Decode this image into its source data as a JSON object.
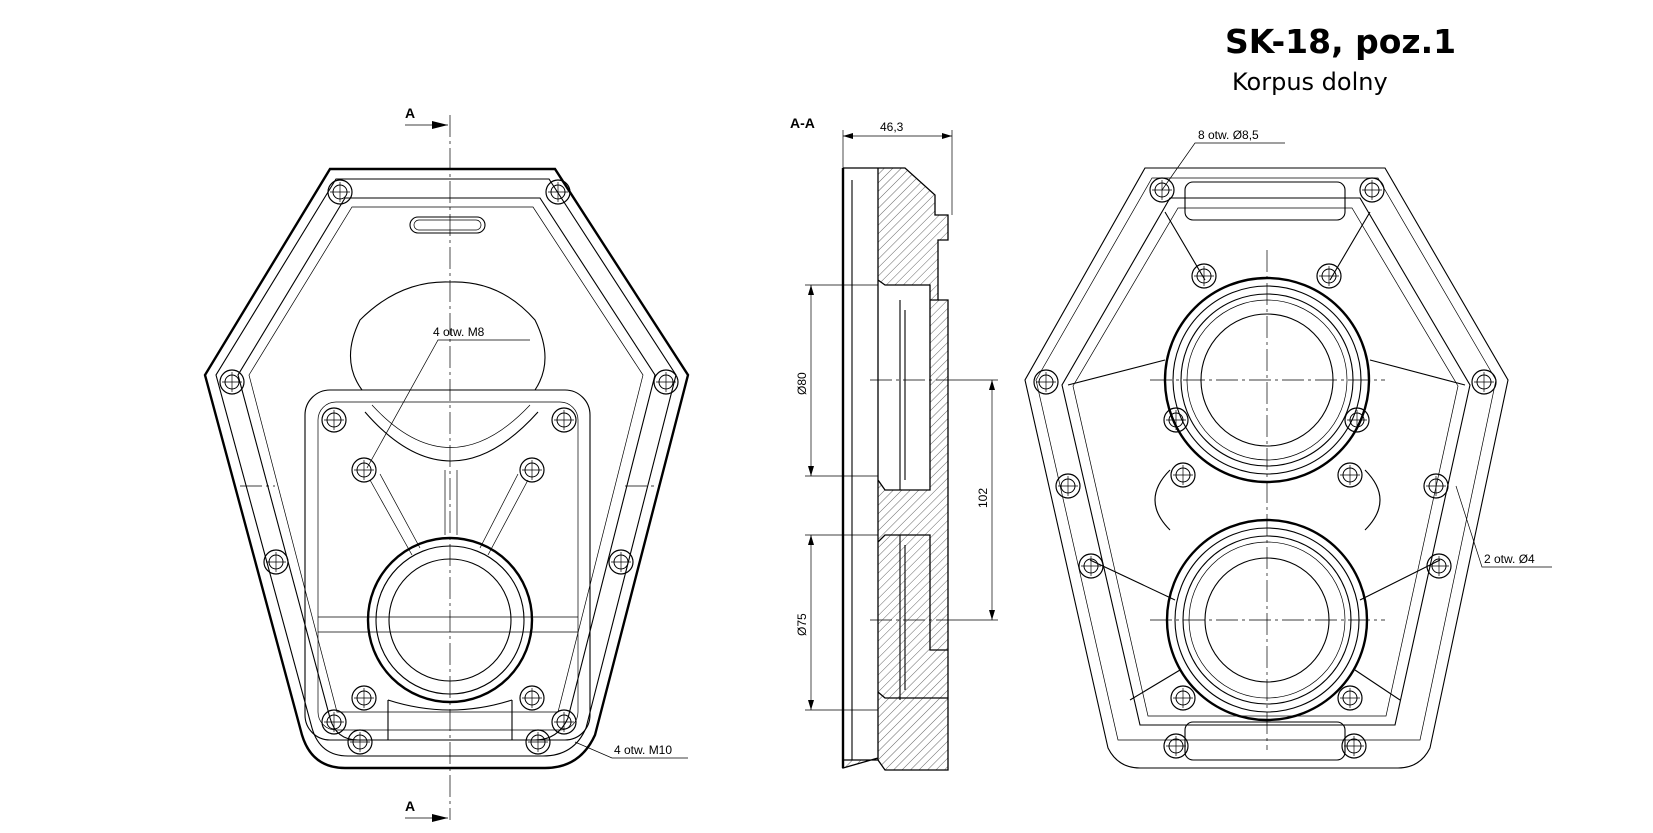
{
  "title": "SK-18, poz.1",
  "subtitle": "Korpus dolny",
  "section_marks": {
    "top": "A",
    "bottom": "A",
    "section_title": "A-A"
  },
  "annotations": {
    "m8_holes": "4 otw. M8",
    "m10_holes": "4 otw. M10",
    "d85_holes": "8 otw. Ø8,5",
    "d4_holes": "2 otw. Ø4"
  },
  "dimensions": {
    "width": "46,3",
    "bore_upper": "Ø80",
    "bore_lower": "Ø75",
    "center_distance": "102"
  }
}
